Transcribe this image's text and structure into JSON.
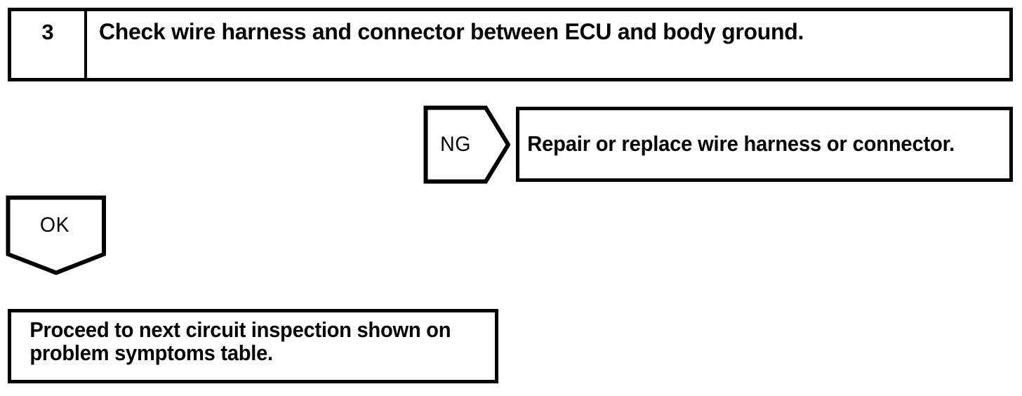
{
  "diagram": {
    "type": "troubleshooting-flowchart",
    "background_color": "#ffffff",
    "line_color": "#000000"
  },
  "step": {
    "number": "3",
    "instruction": "Check wire harness and connector between ECU and body ground."
  },
  "branches": {
    "ng": {
      "label": "NG",
      "result_text": "Repair or replace wire harness or connector."
    },
    "ok": {
      "label": "OK",
      "result_line1": "Proceed to next circuit inspection shown on",
      "result_line2": "problem symptoms table."
    }
  }
}
